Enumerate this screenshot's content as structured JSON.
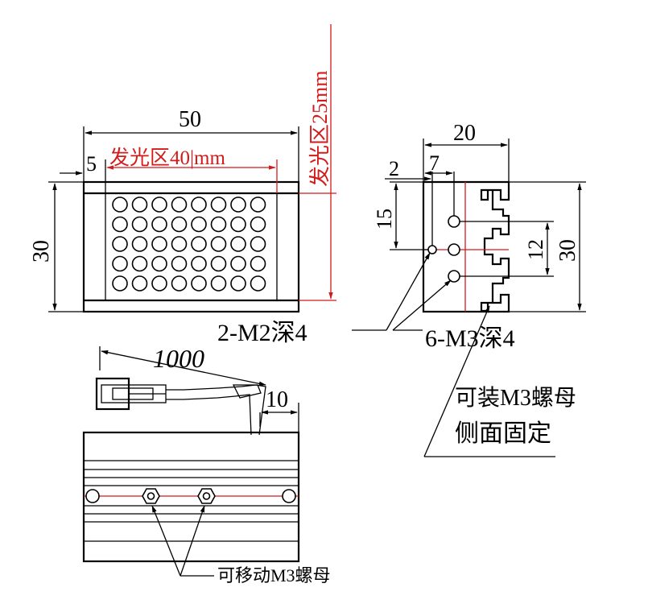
{
  "colors": {
    "line": "#000000",
    "accent": "#d21b1b",
    "background": "#ffffff"
  },
  "front_view": {
    "dim_width": "50",
    "dim_height": "30",
    "dim_margin": "5",
    "emit_len": "发光区40|mm",
    "emit_width": "发光区25mm",
    "led_rows": 5,
    "led_cols": 8
  },
  "side_view": {
    "dim_width": "20",
    "dim_2": "2",
    "dim_7": "7",
    "dim_15": "15",
    "dim_12": "12",
    "dim_30": "30",
    "note_m2": "2-M2深4",
    "note_m3": "6-M3深4",
    "note_nut_line1": "可装M3螺母",
    "note_nut_line2": "侧面固定"
  },
  "back_view": {
    "cable_len": "1000",
    "dim_10": "10",
    "note_nut": "可移动M3螺母"
  }
}
